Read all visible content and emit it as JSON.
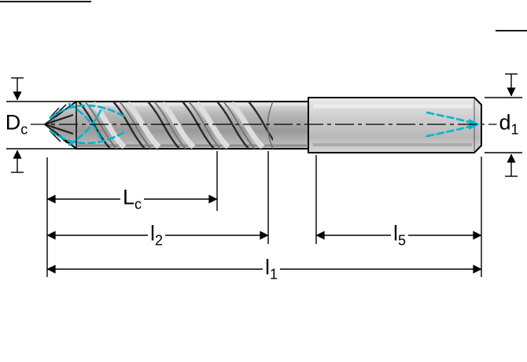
{
  "labels": {
    "dc": {
      "main": "D",
      "sub": "c"
    },
    "d1": {
      "main": "d",
      "sub": "1"
    },
    "lc": {
      "main": "L",
      "sub": "c"
    },
    "l2": {
      "main": "l",
      "sub": "2"
    },
    "l5": {
      "main": "l",
      "sub": "5"
    },
    "l1": {
      "main": "l",
      "sub": "1"
    }
  },
  "colors": {
    "coolant": "#00b5ce",
    "outline": "#000000",
    "body_gray": "#b5b5b5",
    "shank_gray": "#c9c9c9",
    "background": "#ffffff"
  }
}
